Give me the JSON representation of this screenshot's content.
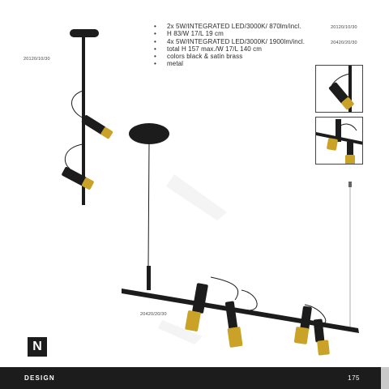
{
  "specs": [
    "2x 5W/INTEGRATED LED/3000K/ 870lm/incl.",
    "H 83/W 17/L 19 cm",
    "4x 5W/INTEGRATED LED/3000K/ 1900lm/incl.",
    "total H 157 max./W 17/L 140 cm",
    "colors black & satin brass",
    "metal"
  ],
  "codes": {
    "spec_a": "20120/10/30",
    "spec_b": "20420/20/30",
    "wall_lamp": "20120/10/30",
    "pendant": "20420/20/30"
  },
  "logo": "N",
  "footer": {
    "label": "DESIGN",
    "page": "175"
  },
  "colors": {
    "black": "#1c1c1c",
    "brass": "#c9a227",
    "footer_tab": "#c9c9c9"
  }
}
